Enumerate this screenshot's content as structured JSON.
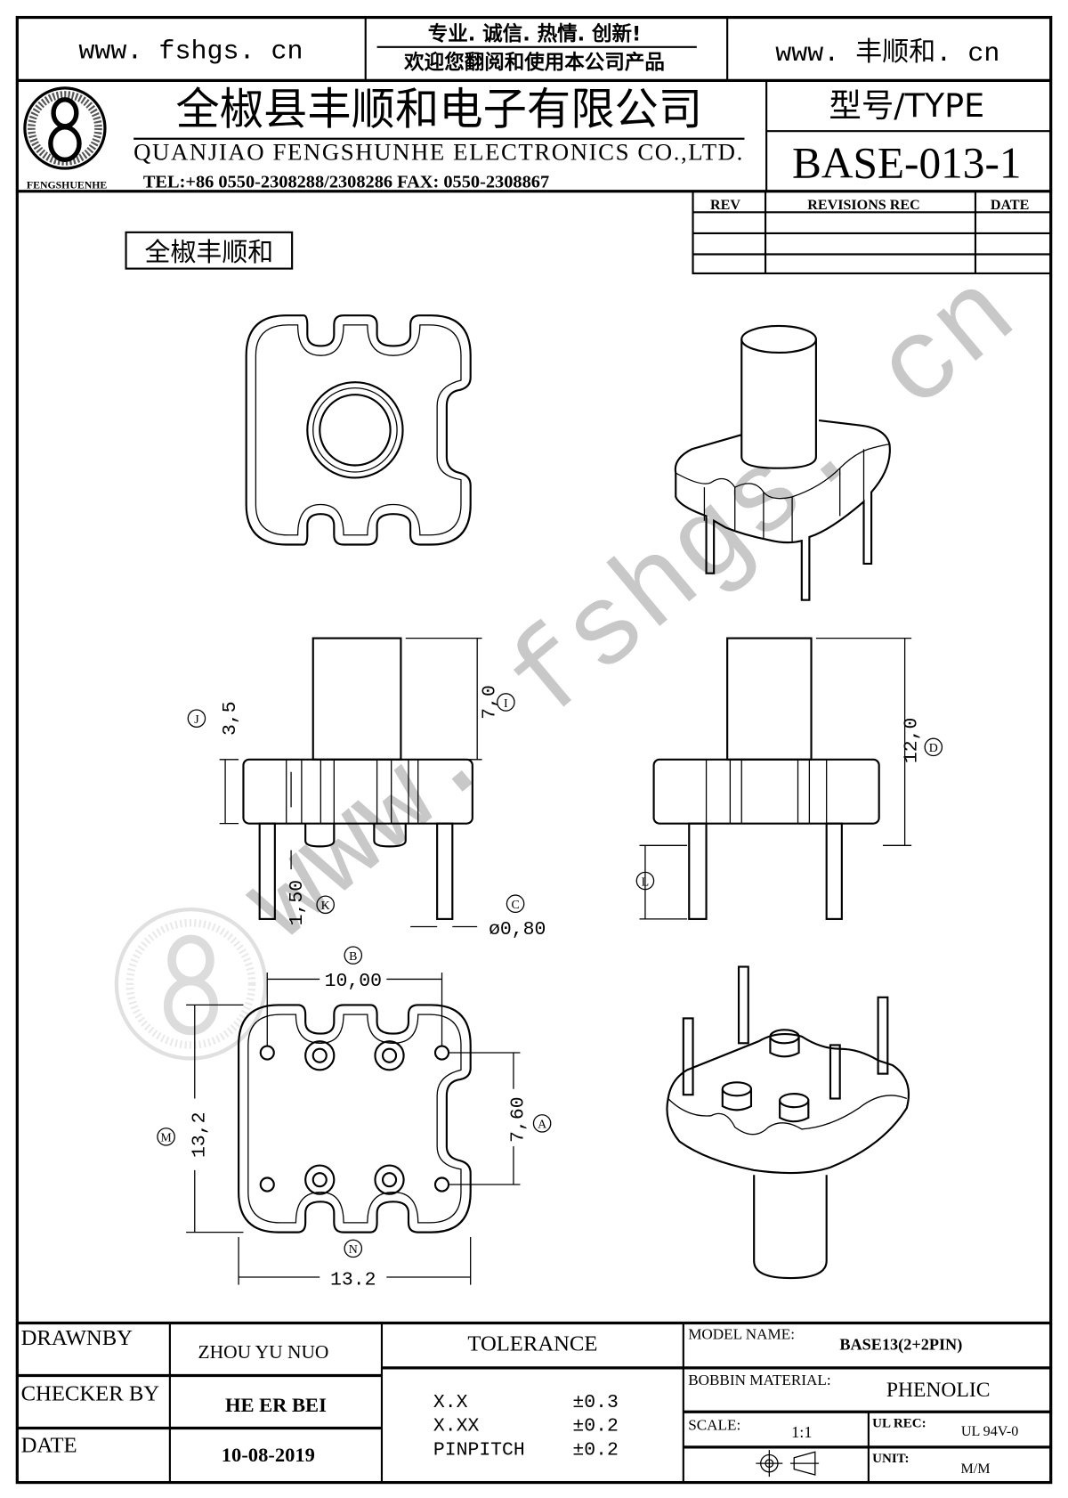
{
  "header": {
    "website_left": "www. fshgs. cn",
    "slogan": "专业. 诚信.  热情.  创新!",
    "welcome": "欢迎您翻阅和使用本公司产品",
    "website_right": "www. 丰顺和. cn",
    "company_cn": "全椒县丰顺和电子有限公司",
    "company_en": "QUANJIAO FENGSHUNHE ELECTRONICS CO.,LTD.",
    "contact": "TEL:+86 0550-2308288/2308286 FAX: 0550-2308867",
    "logo_text": "FENGSHUENHE",
    "type_label": "型号/TYPE",
    "type_value": "BASE-013-1"
  },
  "revisions": {
    "headers": [
      "REV",
      "REVISIONS REC",
      "DATE"
    ]
  },
  "stamp": "全椒丰顺和",
  "watermark": "www. fshgs. cn",
  "dimensions": {
    "I": {
      "label": "I",
      "value": "7,0"
    },
    "J": {
      "label": "J",
      "value": "3,5"
    },
    "D": {
      "label": "D",
      "value": "12,0"
    },
    "K": {
      "label": "K",
      "value": "1,50"
    },
    "C": {
      "label": "C",
      "value": "ø0,80"
    },
    "L": {
      "label": "L"
    },
    "B": {
      "label": "B",
      "value": "10,00"
    },
    "A": {
      "label": "A",
      "value": "7,60"
    },
    "M": {
      "label": "M",
      "value": "13,2"
    },
    "N": {
      "label": "N",
      "value": "13.2"
    }
  },
  "title_block": {
    "drawn_by_label": "DRAWNBY",
    "drawn_by": "ZHOU YU NUO",
    "checker_label": "CHECKER BY",
    "checker": "HE ER BEI",
    "date_label": "DATE",
    "date": "10-08-2019",
    "tolerance_label": "TOLERANCE",
    "tolerances": [
      {
        "key": "X.X",
        "value": "±0.3"
      },
      {
        "key": "X.XX",
        "value": "±0.2"
      },
      {
        "key": "PINPITCH",
        "value": "±0.2"
      }
    ],
    "model_name_label": "MODEL NAME:",
    "model_name": "BASE13(2+2PIN)",
    "material_label": "BOBBIN MATERIAL:",
    "material": "PHENOLIC",
    "scale_label": "SCALE:",
    "scale": "1:1",
    "ul_label": "UL REC:",
    "ul": "UL 94V-0",
    "unit_label": "UNIT:",
    "unit": "M/M"
  }
}
